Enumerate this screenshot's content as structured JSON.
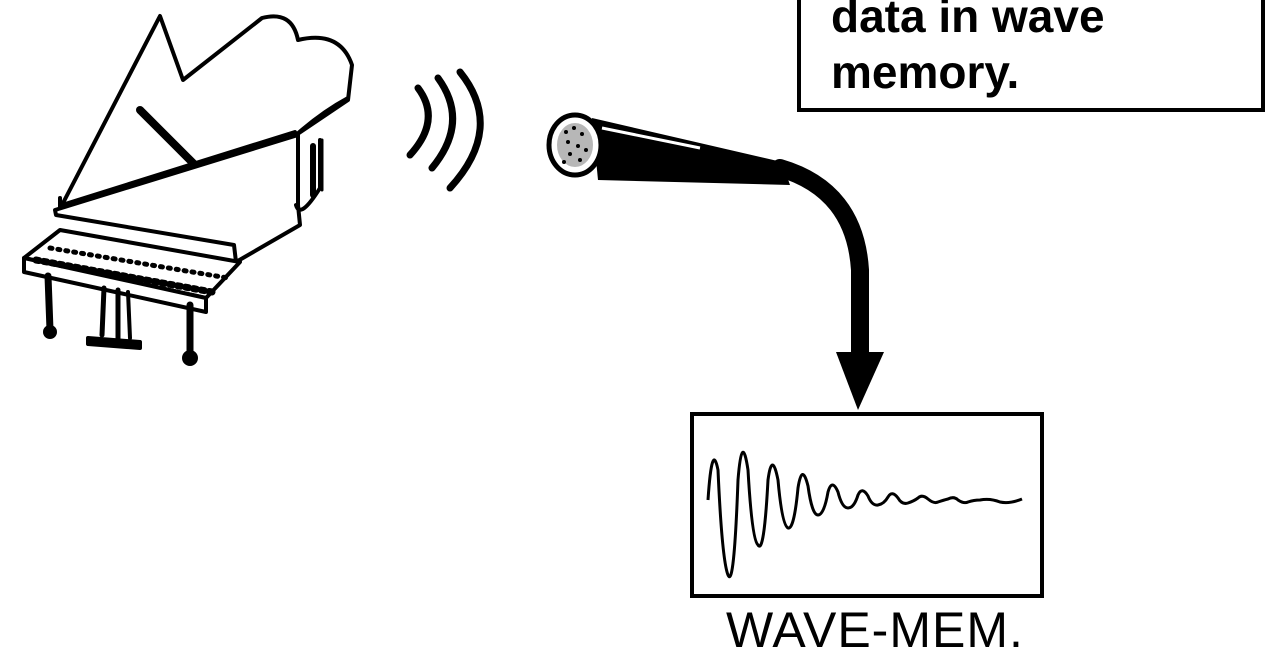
{
  "callout": {
    "lines": [
      "data in wave",
      "memory."
    ]
  },
  "wave_memory": {
    "label": "WAVE-MEM."
  },
  "icons": [
    "grand-piano-icon",
    "sound-waves-icon",
    "microphone-icon",
    "arrow-icon",
    "waveform-icon"
  ],
  "colors": {
    "ink": "#000000",
    "paper": "#ffffff"
  }
}
